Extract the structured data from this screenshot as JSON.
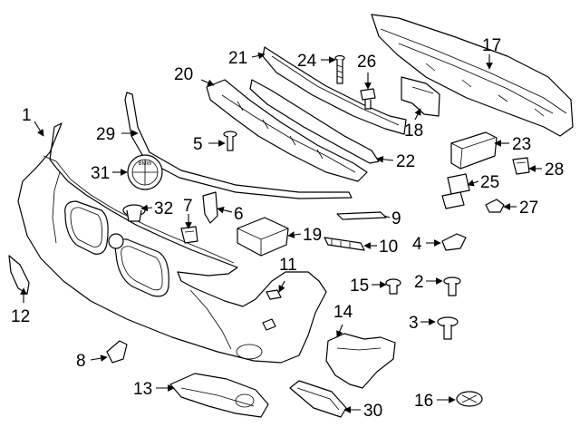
{
  "callouts": {
    "c1": "1",
    "c2": "2",
    "c3": "3",
    "c4": "4",
    "c5": "5",
    "c6": "6",
    "c7": "7",
    "c8": "8",
    "c9": "9",
    "c10": "10",
    "c11": "11",
    "c12": "12",
    "c13": "13",
    "c14": "14",
    "c15": "15",
    "c16": "16",
    "c17": "17",
    "c18": "18",
    "c19": "19",
    "c20": "20",
    "c21": "21",
    "c22": "22",
    "c23": "23",
    "c24": "24",
    "c25": "25",
    "c26": "26",
    "c27": "27",
    "c28": "28",
    "c29": "29",
    "c30": "30",
    "c31": "31",
    "c32": "32"
  },
  "emblem_lettering": "BMW"
}
